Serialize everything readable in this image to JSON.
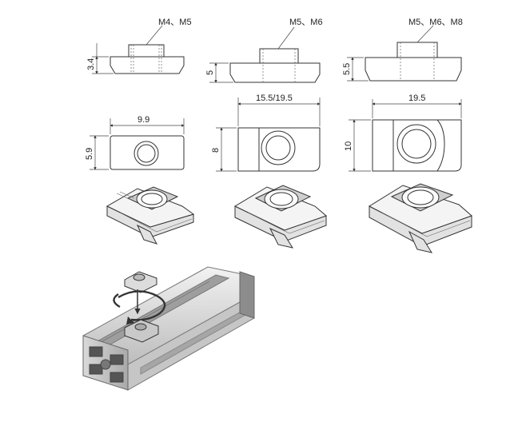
{
  "nuts": [
    {
      "thread_label": "M4、M5",
      "height_label": "3.4",
      "width_label": "9.9",
      "depth_label": "5.9"
    },
    {
      "thread_label": "M5、M6",
      "height_label": "5",
      "width_label": "15.5/19.5",
      "depth_label": "8"
    },
    {
      "thread_label": "M5、M6、M8",
      "height_label": "5.5",
      "width_label": "19.5",
      "depth_label": "10"
    }
  ]
}
